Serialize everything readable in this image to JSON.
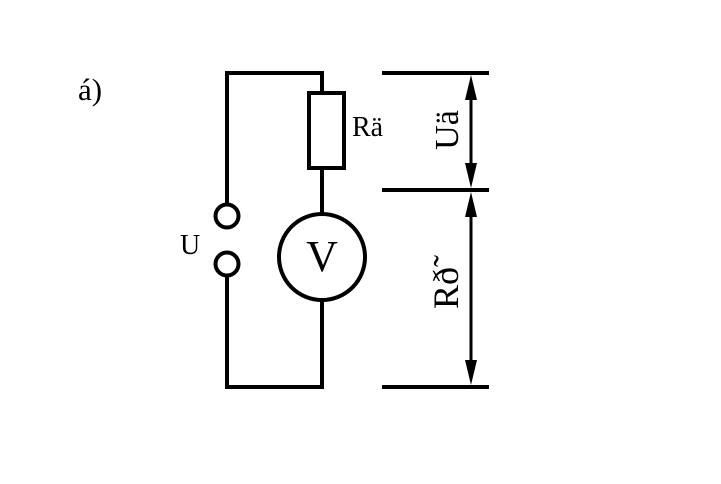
{
  "figure_label": "á)",
  "source_label": "U",
  "resistor_label": "Rä",
  "voltmeter_label": "V",
  "upper_dimension_label": "Uä",
  "lower_dimension_label": "Rð̃",
  "colors": {
    "line": "#000000",
    "background": "#ffffff"
  }
}
